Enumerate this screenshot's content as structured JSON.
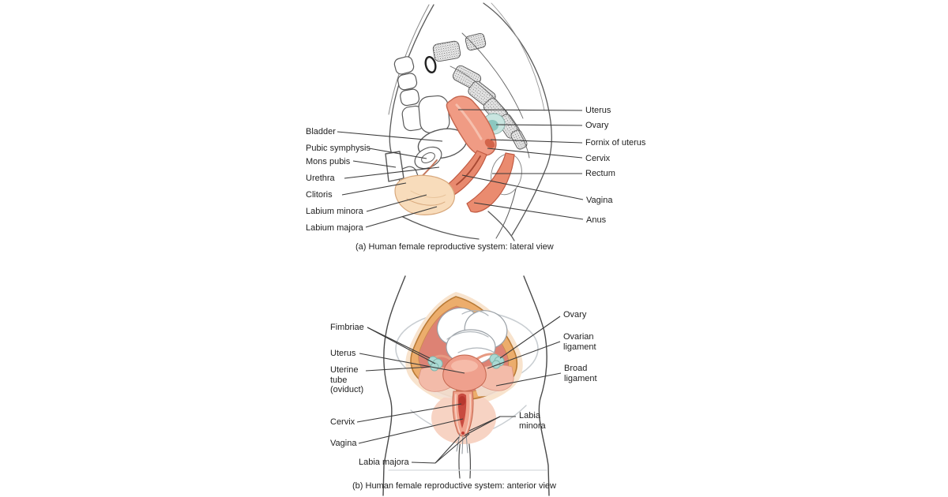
{
  "figure_a": {
    "caption": "(a) Human female reproductive system: lateral view",
    "labels_left": [
      "Bladder",
      "Pubic symphysis",
      "Mons pubis",
      "Urethra",
      "Clitoris",
      "Labium minora",
      "Labium majora"
    ],
    "labels_right": [
      "Uterus",
      "Ovary",
      "Fornix of uterus",
      "Cervix",
      "Rectum",
      "Vagina",
      "Anus"
    ]
  },
  "figure_b": {
    "caption": "(b) Human female reproductive system: anterior view",
    "labels_left": [
      "Fimbriae",
      "Uterus",
      "Uterine tube (oviduct)",
      "Cervix",
      "Vagina",
      "Labia majora"
    ],
    "labels_right": [
      "Ovary",
      "Ovarian ligament",
      "Broad ligament",
      "Labia minora"
    ]
  },
  "colors": {
    "organ_salmon": "#f09b84",
    "organ_outline": "#c4664e",
    "ovary_teal": "#abd9d3",
    "vulva_peach": "#f8dcbb",
    "cavity_pink": "#dd8274",
    "rim_orange": "#ecad6c",
    "canal_red": "#c84b40",
    "line_art": "#5a5a5a",
    "leader_line": "#3a3a3a",
    "label_text": "#1f1f1f"
  }
}
